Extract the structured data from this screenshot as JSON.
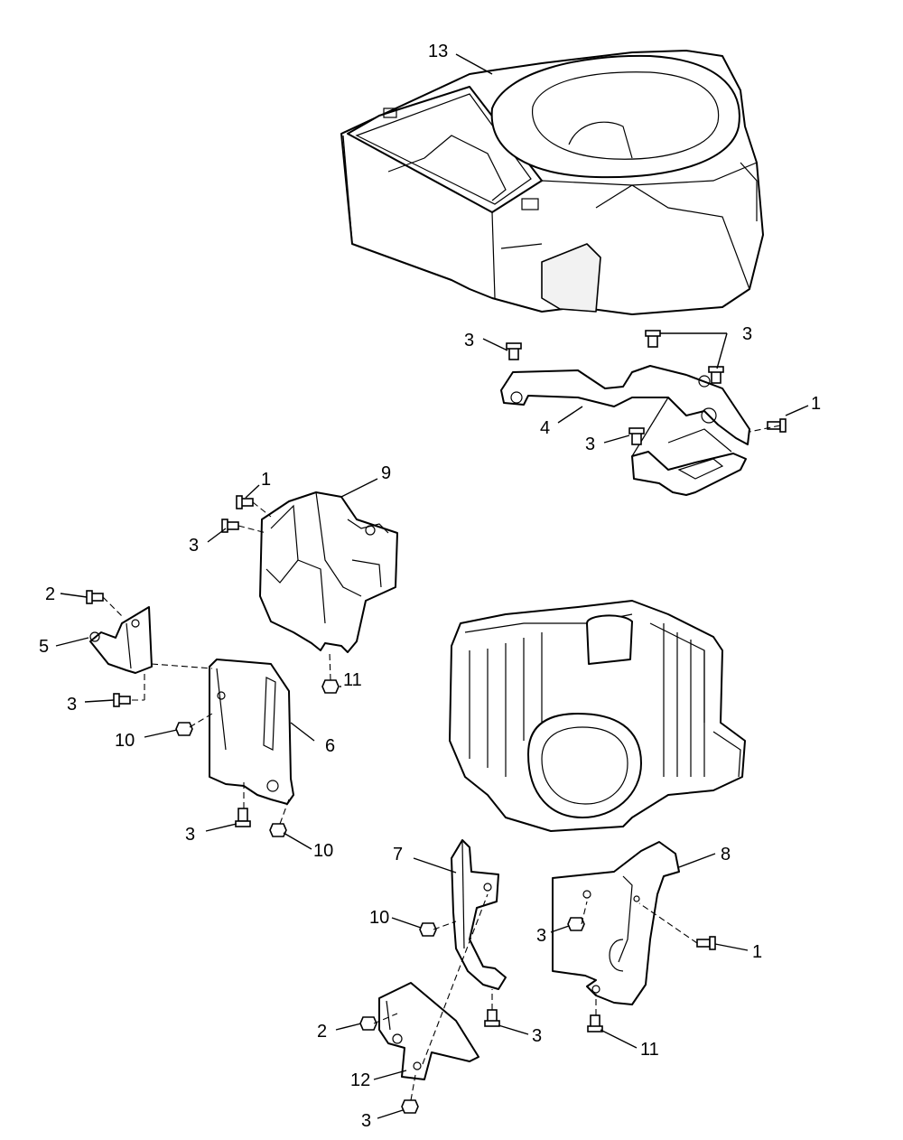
{
  "diagram": {
    "type": "exploded-parts-diagram",
    "callouts": [
      {
        "id": "c13",
        "label": "13"
      },
      {
        "id": "c3a",
        "label": "3"
      },
      {
        "id": "c3b",
        "label": "3"
      },
      {
        "id": "c4",
        "label": "4"
      },
      {
        "id": "c1a",
        "label": "1"
      },
      {
        "id": "c3c",
        "label": "3"
      },
      {
        "id": "c1b",
        "label": "1"
      },
      {
        "id": "c9",
        "label": "9"
      },
      {
        "id": "c3d",
        "label": "3"
      },
      {
        "id": "c2a",
        "label": "2"
      },
      {
        "id": "c5",
        "label": "5"
      },
      {
        "id": "c3e",
        "label": "3"
      },
      {
        "id": "c11a",
        "label": "11"
      },
      {
        "id": "c10a",
        "label": "10"
      },
      {
        "id": "c6",
        "label": "6"
      },
      {
        "id": "c3f",
        "label": "3"
      },
      {
        "id": "c10b",
        "label": "10"
      },
      {
        "id": "c7",
        "label": "7"
      },
      {
        "id": "c8",
        "label": "8"
      },
      {
        "id": "c10c",
        "label": "10"
      },
      {
        "id": "c3g",
        "label": "3"
      },
      {
        "id": "c1c",
        "label": "1"
      },
      {
        "id": "c2b",
        "label": "2"
      },
      {
        "id": "c3h",
        "label": "3"
      },
      {
        "id": "c11b",
        "label": "11"
      },
      {
        "id": "c12",
        "label": "12"
      },
      {
        "id": "c3i",
        "label": "3"
      }
    ]
  }
}
